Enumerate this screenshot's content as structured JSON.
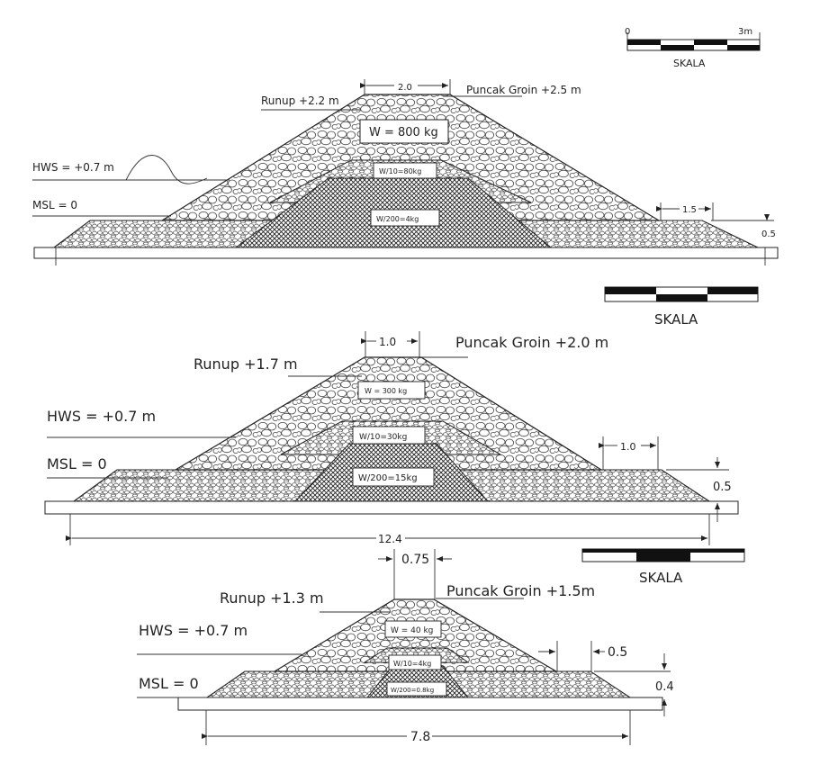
{
  "sections": [
    {
      "scale": {
        "label": "SKALA",
        "start": "0",
        "end": "3m"
      },
      "crest_width": "2.0",
      "crest_label": "Puncak Groin +2.5 m",
      "runup": "Runup +2.2 m",
      "hws": "HWS = +0.7 m",
      "msl": "MSL = 0",
      "armor": "W = 800 kg",
      "secondary": "W/10=80kg",
      "core": "W/200=4kg",
      "berm": "1.5",
      "toe_height": "0.5"
    },
    {
      "scale": {
        "label": "SKALA"
      },
      "crest_width": "1.0",
      "crest_label": "Puncak Groin +2.0 m",
      "runup": "Runup +1.7 m",
      "hws": "HWS = +0.7 m",
      "msl": "MSL = 0",
      "armor": "W = 300 kg",
      "secondary": "W/10=30kg",
      "core": "W/200=15kg",
      "berm": "1.0",
      "toe_height": "0.5",
      "base_width": "12.4"
    },
    {
      "scale": {
        "label": "SKALA"
      },
      "crest_width": "0.75",
      "crest_label": "Puncak Groin +1.5m",
      "runup": "Runup +1.3 m",
      "hws": "HWS = +0.7 m",
      "msl": "MSL = 0",
      "armor": "W = 40 kg",
      "secondary": "W/10=4kg",
      "core": "W/200=0.8kg",
      "berm": "0.5",
      "toe_height": "0.4",
      "base_width": "7.8"
    }
  ]
}
